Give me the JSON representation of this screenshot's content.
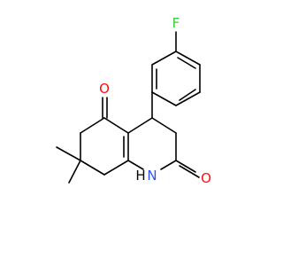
{
  "molecule": {
    "atoms": {
      "fluorine": "F",
      "oxygen_5": "O",
      "oxygen_2": "O",
      "nh": "N",
      "nh_h": "H"
    },
    "colors": {
      "bond": "#000000",
      "fluorine": "#33cc33",
      "oxygen": "#ff0d0d",
      "nitrogen": "#3050f8",
      "background": "#ffffff"
    }
  }
}
